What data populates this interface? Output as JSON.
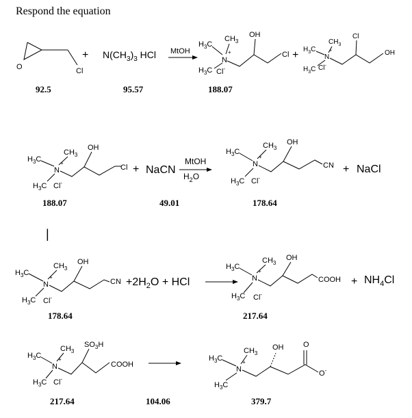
{
  "title": "Respond the equation",
  "reaction_1": {
    "reactant_2": "N(CH3)3 HCl",
    "condition": "MtOH",
    "plus_1": "+",
    "plus_2": "+",
    "mw": [
      "92.5",
      "95.57",
      "188.07"
    ]
  },
  "reaction_2": {
    "reagent": "NaCN",
    "condition_top": "MtOH",
    "condition_bottom": "H2O",
    "plus_1": "+",
    "byproduct": "NaCl",
    "plus_2": "+",
    "mw": [
      "188.07",
      "49.01",
      "178.64"
    ]
  },
  "separator": "|",
  "reaction_3": {
    "reagents": "+2H2O + HCl",
    "byproduct": "NH4Cl",
    "plus": "+",
    "mw": [
      "178.64",
      "217.64"
    ]
  },
  "reaction_4": {
    "mw": [
      "217.64",
      "104.06",
      "379.7"
    ]
  },
  "atoms": {
    "O": "O",
    "Cl": "Cl",
    "OH": "OH",
    "CH3": "CH3",
    "H3C": "H3C",
    "N": "N",
    "plus_charge": "+",
    "Cl_minus": "Cl-",
    "CN": "CN",
    "COOH": "COOH",
    "SO3H": "SO3H",
    "O_minus": "O-"
  }
}
